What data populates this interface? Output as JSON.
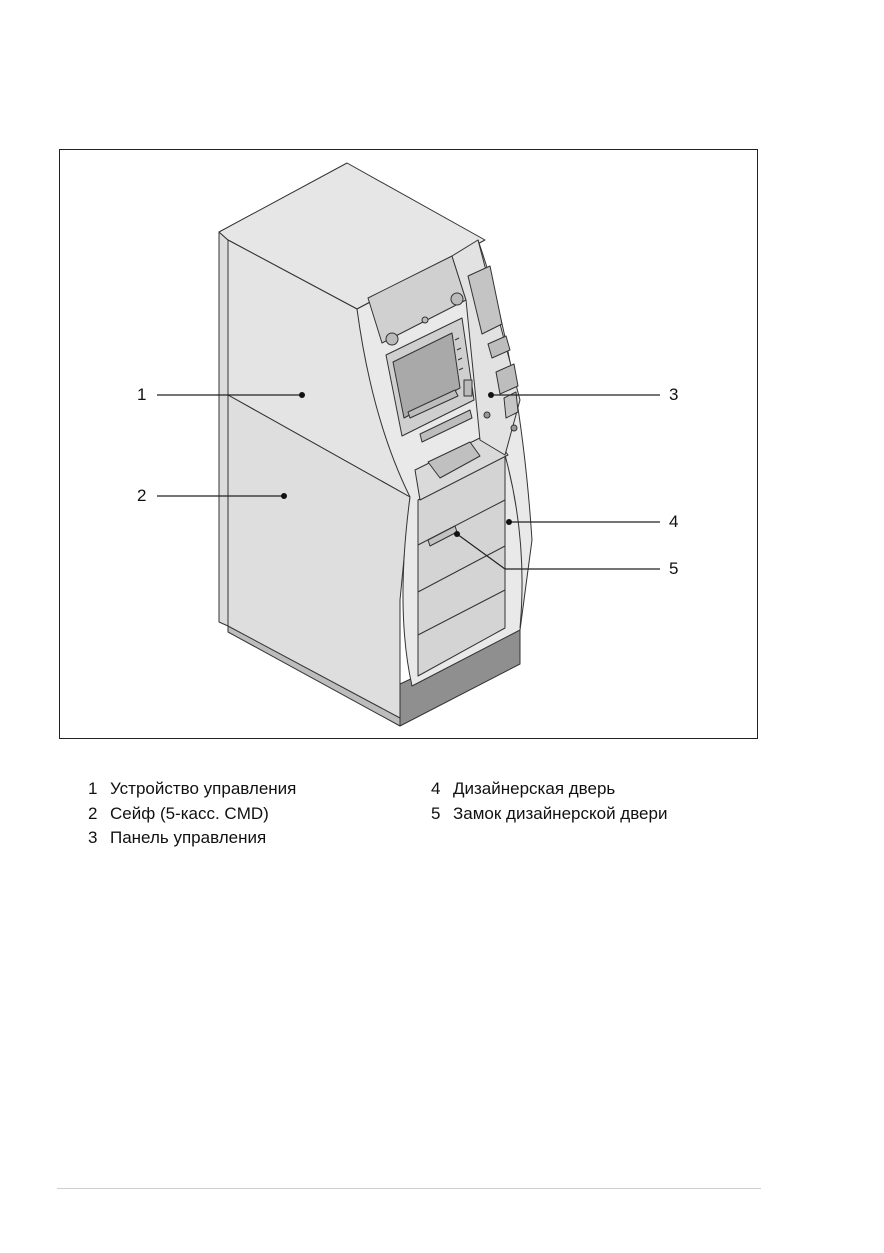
{
  "figure": {
    "callouts": [
      {
        "number": "1"
      },
      {
        "number": "2"
      },
      {
        "number": "3"
      },
      {
        "number": "4"
      },
      {
        "number": "5"
      }
    ]
  },
  "legend": {
    "left": [
      {
        "number": "1",
        "text": "Устройство управления"
      },
      {
        "number": "2",
        "text": "Сейф (5-касс. CMD)"
      },
      {
        "number": "3",
        "text": "Панель управления"
      }
    ],
    "right": [
      {
        "number": "4",
        "text": "Дизайнерская дверь"
      },
      {
        "number": "5",
        "text": "Замок дизайнерской двери"
      }
    ]
  }
}
